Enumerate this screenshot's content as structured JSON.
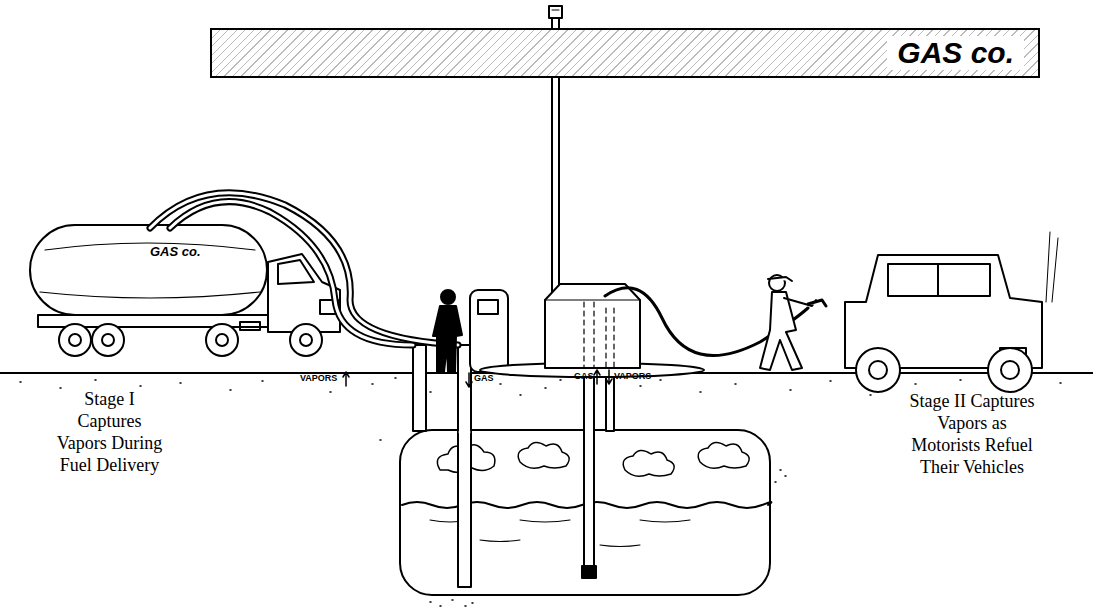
{
  "diagram": {
    "nodes": [
      {
        "text": [
          "GAS co."
        ]
      }
    ],
    "labels": [
      "GAS co.",
      "VAPORS",
      "GAS",
      "GAS",
      "VAPORS",
      "Stage I Captures Vapors During Fuel Delivery",
      "Stage II Captures Vapors as Motorists Refuel Their Vehicles"
    ]
  }
}
